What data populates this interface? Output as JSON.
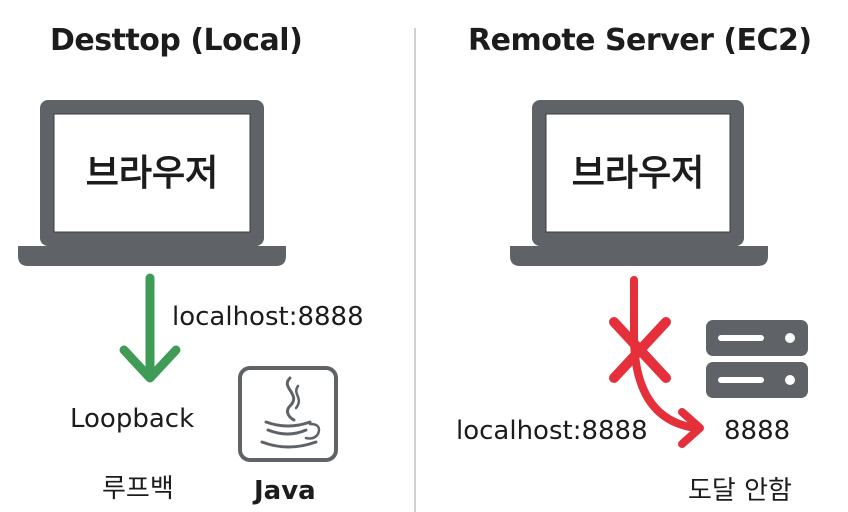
{
  "left_panel": {
    "title": "Desttop (Local)",
    "laptop_screen_text": "브라우저",
    "arrow_label": "localhost:8888",
    "loopback_label": "Loopback",
    "loopback_korean": "루프백",
    "java_label": "Java"
  },
  "right_panel": {
    "title": "Remote Server (EC2)",
    "laptop_screen_text": "브라우저",
    "arrow_label": "localhost:8888",
    "server_port": "8888",
    "unreachable_label": "도달 안함"
  },
  "colors": {
    "success_arrow": "#3f9b55",
    "fail_arrow": "#e5303c",
    "device_gray": "#5f6368",
    "divider": "#d0d0d0"
  },
  "icons": {
    "left_laptop": "laptop-icon",
    "right_laptop": "laptop-icon",
    "java": "java-coffee-cup-icon",
    "server": "server-rack-icon",
    "success_arrow": "down-arrow-icon",
    "fail_arrow": "curved-arrow-icon",
    "fail_mark": "x-mark-icon"
  }
}
